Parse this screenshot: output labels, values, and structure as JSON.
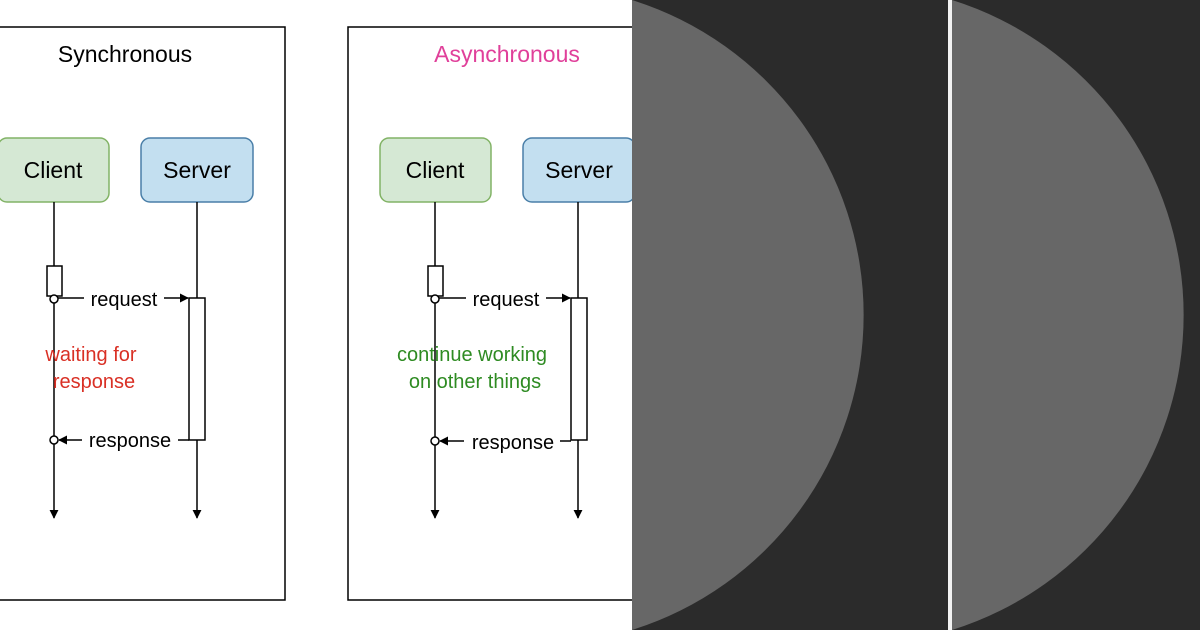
{
  "diagrams": [
    {
      "title": "Synchronous",
      "title_color": "#000000",
      "client_label": "Client",
      "server_label": "Server",
      "request_label": "request",
      "response_label": "response",
      "note_lines": [
        "waiting for",
        "response"
      ],
      "note_color": "#d93025"
    },
    {
      "title": "Asynchronous",
      "title_color": "#e0409a",
      "client_label": "Client",
      "server_label": "Server",
      "request_label": "request",
      "response_label": "response",
      "note_lines": [
        "continue working",
        "on other things"
      ],
      "note_color": "#2e8b22"
    }
  ],
  "colors": {
    "client_fill": "#d5e8d4",
    "client_stroke": "#82b366",
    "server_fill": "#c3dff0",
    "server_stroke": "#4a7fa8",
    "dark_background": "#2b2b2b",
    "circle_fill": "#676767",
    "divider": "#f2f2f2"
  }
}
